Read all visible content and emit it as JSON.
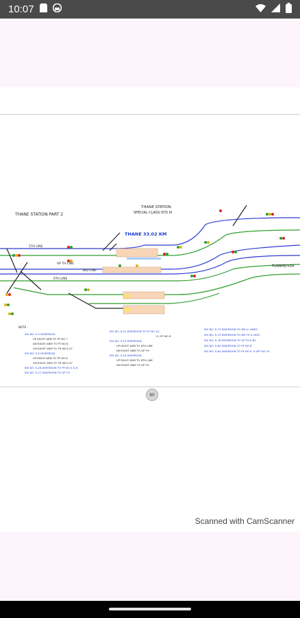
{
  "status_bar": {
    "time": "10:07",
    "left_icons": [
      "sd-card-icon",
      "vpn-icon"
    ],
    "right_icons": [
      "wifi-icon",
      "cellular-icon",
      "battery-icon"
    ]
  },
  "document": {
    "header_left": "THANE STATION PART 2",
    "header_center_line1": "THANE STATION",
    "header_center_line2": "SPECIAL CLASS-STD III",
    "track_title": "THANE 33.02 KM",
    "label_5th_line": "5TH LINE",
    "label_up_th_line": "UP TH LINE",
    "label_3rd_line": "3RD LINE",
    "label_6th_line": "6TH LINE",
    "label_turbhe": "TURBHE/VSH",
    "note_label": "NOTE :",
    "col1": [
      "SIG NO. S-4 DIVERSION",
      "UP RIGHT ARM TO PF NO 7",
      "DN RIGHT ARM TO PF NO 8",
      "ON RIGHT ARM TO TR HB S-47",
      "SIG NO. S-5 DIVERSION",
      "UP RIGHT ARM TO PF NO 8",
      "ON RIGHT ARM TO TR HB S-47",
      "SIG NO. S-28 DIVERSION TO PF NO 5 & 6",
      "SIG NO. S-27 DIVERSION TO UP TH"
    ],
    "col2": [
      "SIG NO. S-47 DIVERSION TO PF NO 10,",
      "9 / PF NO 8",
      "SIG NO. S-53 DIVERSION",
      "UP RIGHT ARM TO 6TH LINE",
      "DN RIGHT ARM TO UP TH",
      "SIG NO. S-54 DIVERSION",
      "UP RIGHT ARM TO 6TH LINE",
      "DN RIGHT ARM TO UP TH"
    ],
    "col3": [
      "SIG NO. S-73 DIVERSION TO DN LL LINES",
      "SIG NO. S-74 DIVERSION TO DN TH & 5601",
      "SIG NO. S-78 DIVERSION TO UP TH S-80",
      "SIG NO. S-80 DIVERSION TO PF NO 8",
      "SIG NO. S-84 DIVERSION TO PF NO 9, 9 VPF NO 10"
    ]
  },
  "zoom_button_label": "90",
  "watermark": "Scanned with CamScanner"
}
